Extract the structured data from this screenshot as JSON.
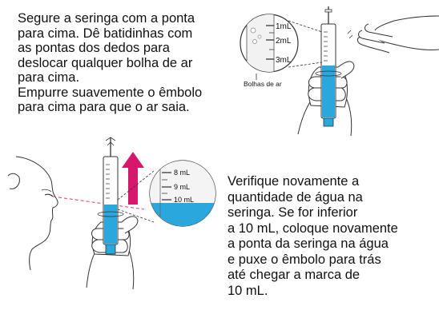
{
  "instructions": {
    "step1_lines": [
      "Segure a seringa com a ponta",
      "para cima. Dê batidinhas com",
      "as pontas dos dedos para",
      "deslocar qualquer bolha de ar",
      "para cima.",
      "Empurre suavemente o êmbolo",
      "para cima para que o ar saia."
    ],
    "step2_lines": [
      "Verifique novamente a",
      "quantidade de água na",
      "seringa. Se for inferior",
      "a 10 mL, coloque novamente",
      "a ponta da seringa na água",
      "e puxe o êmbolo para trás",
      "até chegar a marca de",
      "10 mL."
    ]
  },
  "zoom_top": {
    "marks": [
      "1mL",
      "2mL",
      "3mL"
    ],
    "caption": "Bolhas de ar"
  },
  "zoom_bottom": {
    "marks": [
      "8 mL",
      "9 mL",
      "10 mL"
    ]
  },
  "colors": {
    "liquid": "#2aa7dc",
    "arrow": "#d6176c",
    "sightline": "#e23a5e",
    "outline": "#333333"
  },
  "icons": [
    "syringe-icon",
    "hand-icon",
    "face-icon",
    "up-arrow-icon",
    "magnifier-circle-icon"
  ]
}
